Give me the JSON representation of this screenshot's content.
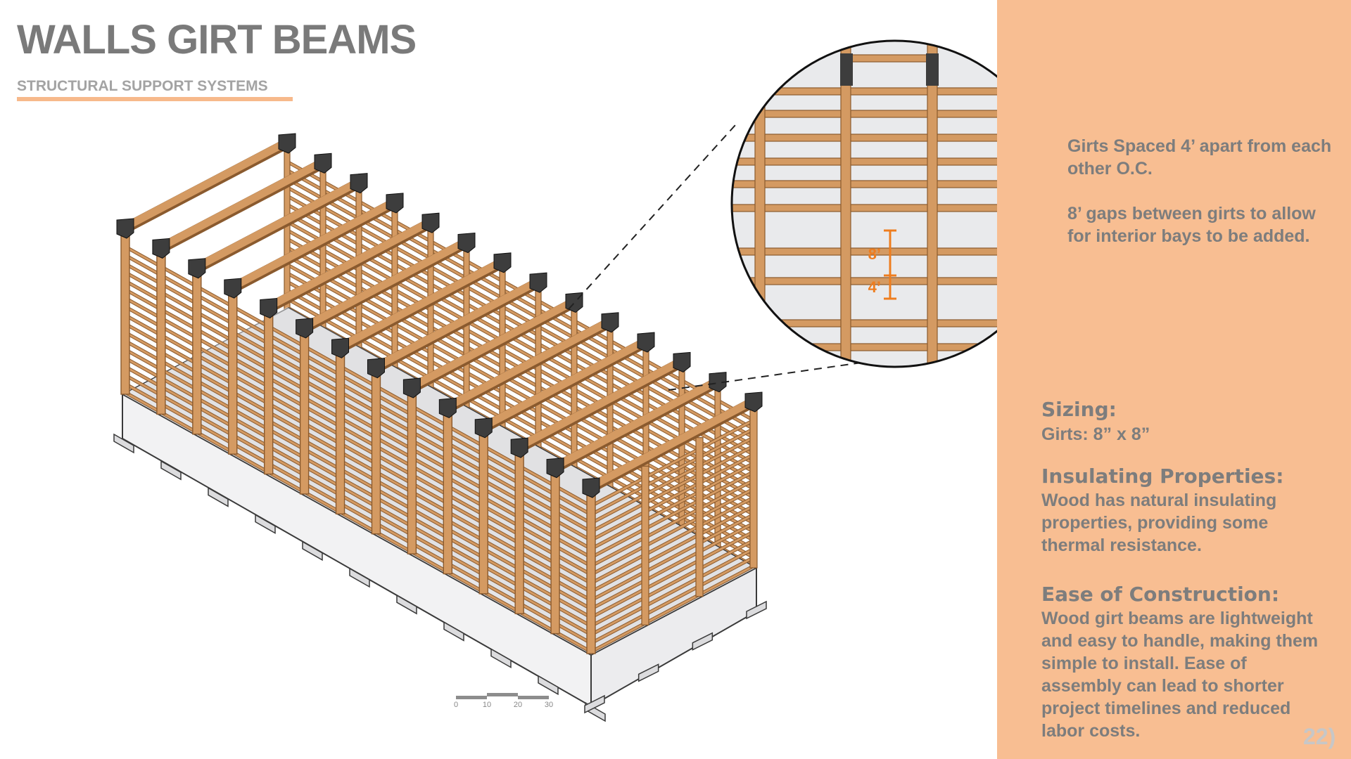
{
  "header": {
    "title": "WALLS GIRT BEAMS",
    "subtitle": "STRUCTURAL SUPPORT SYSTEMS"
  },
  "detail_labels": {
    "gap_large": "8’",
    "gap_small": "4’"
  },
  "scale_bar": {
    "ticks": [
      "0",
      "10",
      "20",
      "30"
    ]
  },
  "sidebar": {
    "spacing_note": "Girts Spaced 4’ apart from each other O.C.",
    "gaps_note": "8’ gaps between girts to allow for interior bays to be added.",
    "sizing": {
      "heading": "Sizing:",
      "body": "Girts: 8” x 8”"
    },
    "insulating": {
      "heading": "Insulating Properties:",
      "body": "Wood has natural insulating properties, providing some thermal resistance."
    },
    "ease": {
      "heading": "Ease of Construction:",
      "body": "Wood girt beams are lightweight and easy to handle, making them simple to install. Ease of assembly can lead to shorter project timelines and reduced labor costs."
    }
  },
  "page_number": "22)",
  "colors": {
    "accent": "#f8be92",
    "accent_line": "#f7b98b",
    "wood": "#d49a62",
    "wood_dark": "#8a5a2e",
    "bracket": "#3d3d3d",
    "dimension": "#ee7d1f",
    "concrete": "#e6e6e8",
    "text_gray": "#7d7d7d"
  },
  "icons": {
    "building": "timber-frame-isometric",
    "detail": "girt-wall-magnifier"
  }
}
